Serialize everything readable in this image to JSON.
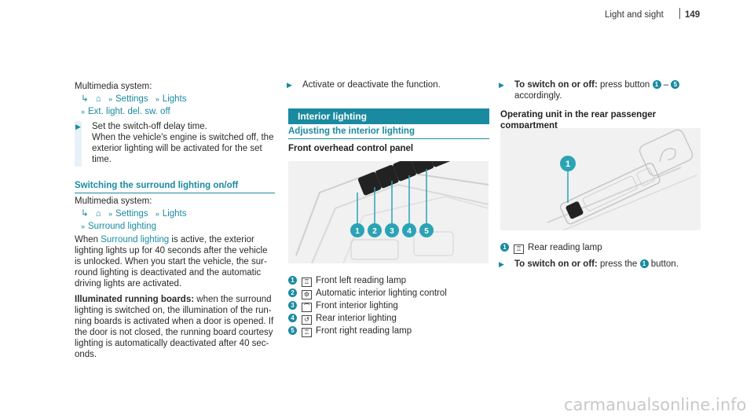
{
  "header": {
    "section": "Light and sight",
    "page": "149"
  },
  "col1": {
    "intro": "Multimedia system:",
    "path1": {
      "settings": "Settings",
      "lights": "Lights",
      "item": "Ext. light. del. sw. off"
    },
    "step1": "Set the switch-off delay time. When the vehicle's engine is switched off, the exterior lighting will be activated for the set time.",
    "step1_lines": [
      "Set the switch-off delay time.",
      "When the vehicle's engine is switched off, the",
      "exterior lighting will be activated for the set",
      "time."
    ],
    "heading": "Switching the surround lighting on/off",
    "intro2": "Multimedia system:",
    "path2": {
      "settings": "Settings",
      "lights": "Lights",
      "item": "Surround lighting"
    },
    "para_lines": [
      [
        "When ",
        "Surround lighting",
        " is active, the exterior"
      ],
      [
        "lighting lights up for 40 seconds after the vehicle"
      ],
      [
        "is unlocked. When you start the vehicle, the sur-"
      ],
      [
        "round lighting is deactivated and the automatic"
      ],
      [
        "driving lights are activated."
      ]
    ],
    "boards_label": "Illuminated running boards:",
    "boards_lines": [
      " when the surround",
      "lighting is switched on, the illumination of the run-",
      "ning boards is activated when a door is opened. If",
      "the door is not closed, the running board courtesy",
      "lighting is automatically deactivated after 40 sec-",
      "onds."
    ]
  },
  "col2": {
    "step": "Activate or deactivate the function.",
    "band": "Interior lighting",
    "heading": "Adjusting the interior lighting",
    "sub": "Front overhead control panel",
    "figure_nums": [
      "1",
      "2",
      "3",
      "4",
      "5"
    ],
    "legend": [
      {
        "n": "1",
        "icon": "♖",
        "text": "Front left reading lamp"
      },
      {
        "n": "2",
        "icon": "⚙",
        "text": "Automatic interior lighting control"
      },
      {
        "n": "3",
        "icon": "⌒",
        "text": "Front interior lighting"
      },
      {
        "n": "4",
        "icon": "↺",
        "text": "Rear interior lighting"
      },
      {
        "n": "5",
        "icon": "♖",
        "text": "Front right reading lamp"
      }
    ]
  },
  "col3": {
    "step_label": "To switch on or off:",
    "step_text": " press button ",
    "step_from": "1",
    "dash": " – ",
    "step_to": "5",
    "step_line2": "accordingly.",
    "heading": "Operating unit in the rear passenger compartment",
    "figure_num": "1",
    "legend": {
      "n": "1",
      "icon": "♖",
      "text": "Rear reading lamp"
    },
    "step2_label": "To switch on or off:",
    "step2_text": " press the ",
    "step2_num": "1",
    "step2_end": " button."
  },
  "watermark": "carmanualsonline.info"
}
